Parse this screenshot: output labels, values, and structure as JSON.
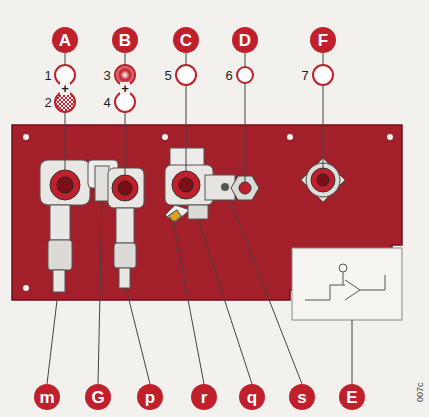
{
  "diagram": {
    "nodes": [
      {
        "text": [
          "A"
        ]
      },
      {
        "text": [
          "B"
        ]
      },
      {
        "text": [
          "C"
        ]
      },
      {
        "text": [
          "D"
        ]
      },
      {
        "text": [
          "F"
        ]
      },
      {
        "text": [
          "m"
        ]
      },
      {
        "text": [
          "G"
        ]
      },
      {
        "text": [
          "p"
        ]
      },
      {
        "text": [
          "r"
        ]
      },
      {
        "text": [
          "q"
        ]
      },
      {
        "text": [
          "s"
        ]
      },
      {
        "text": [
          "E"
        ]
      }
    ],
    "labels": [
      "1",
      "+",
      "2",
      "3",
      "+",
      "4",
      "5",
      "6",
      "7",
      "007c"
    ]
  }
}
